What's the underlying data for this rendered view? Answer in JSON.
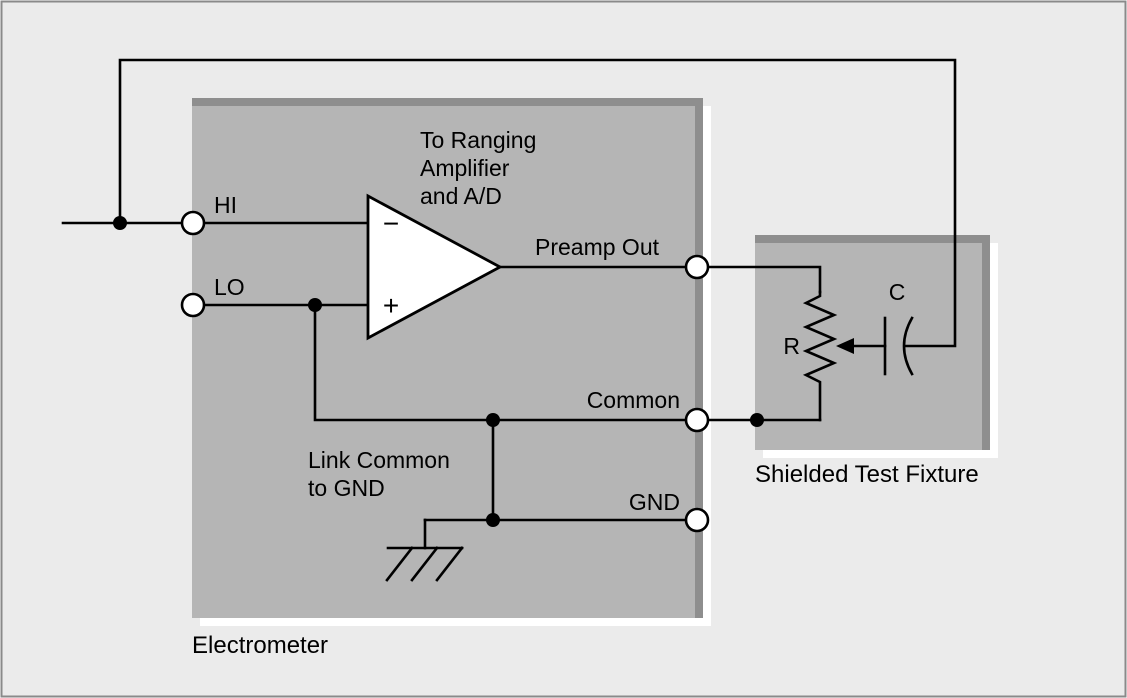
{
  "labels": {
    "hi": "HI",
    "lo": "LO",
    "preamp_out": "Preamp Out",
    "common": "Common",
    "gnd": "GND",
    "ranging1": "To Ranging",
    "ranging2": "Amplifier",
    "ranging3": "and A/D",
    "link1": "Link Common",
    "link2": "to GND",
    "minus": "−",
    "plus": "+",
    "r": "R",
    "c": "C",
    "electrometer": "Electrometer",
    "fixture": "Shielded Test Fixture"
  },
  "colors": {
    "background": "#ebebeb",
    "panel_fill": "#b5b5b5",
    "panel_shadow": "#8e8e8e",
    "panel_highlight": "#ffffff",
    "terminal_fill": "#ffffff",
    "opamp_fill": "#ffffff",
    "wire": "#000000"
  }
}
